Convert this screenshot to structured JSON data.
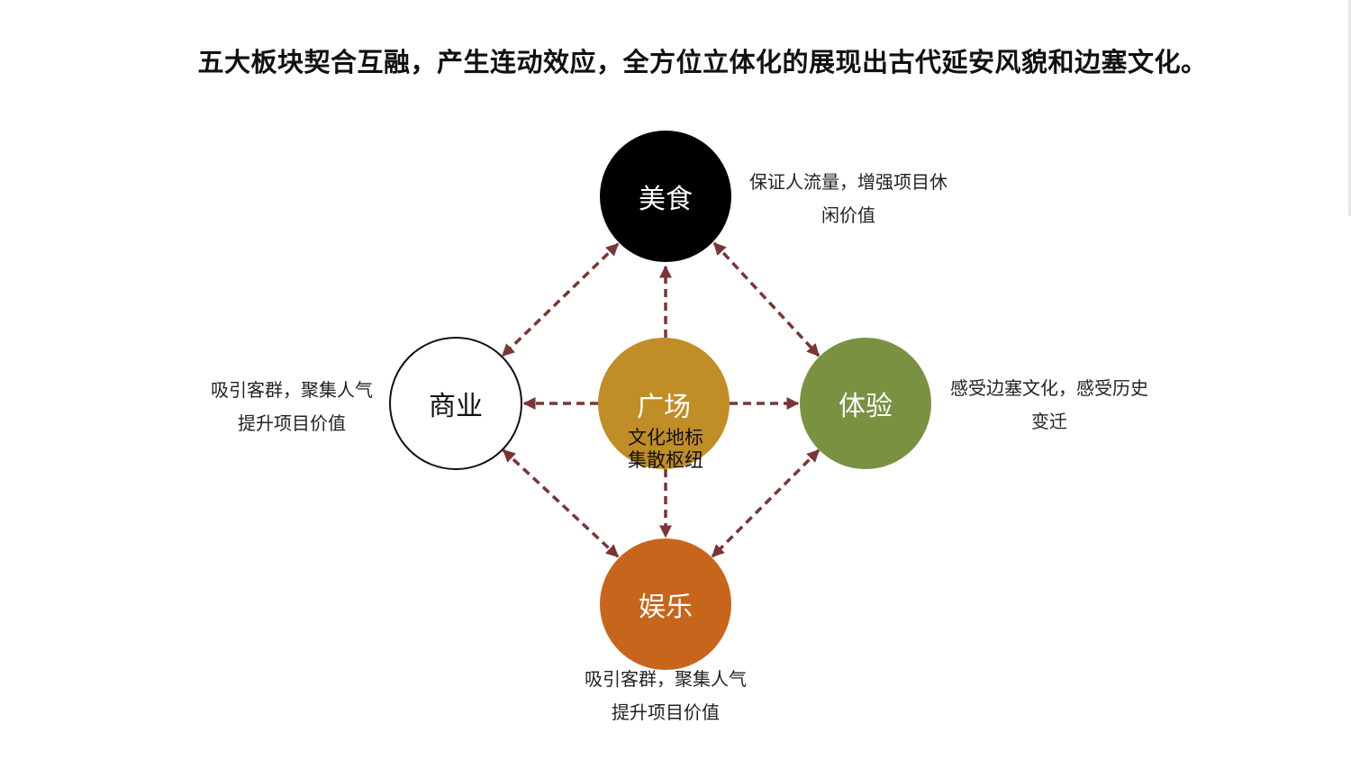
{
  "title": "五大板块契合互融，产生连动效应，全方位立体化的展现出古代延安风貌和边塞文化。",
  "nodes": {
    "food": {
      "label": "美食",
      "color": "#000000"
    },
    "commerce": {
      "label": "商业",
      "color": "#ffffff"
    },
    "plaza": {
      "label": "广场",
      "sub_line1": "文化地标",
      "sub_line2": "集散枢纽",
      "color": "#c08d26"
    },
    "experience": {
      "label": "体验",
      "color": "#7a9142"
    },
    "entertainment": {
      "label": "娱乐",
      "color": "#c8651c"
    }
  },
  "descriptions": {
    "food": {
      "line1": "保证人流量，增强项目休",
      "line2": "闲价值"
    },
    "commerce": {
      "line1": "吸引客群，聚集人气",
      "line2": "提升项目价值"
    },
    "experience": {
      "line1": "感受边塞文化，感受历史",
      "line2": "变迁"
    },
    "entertainment": {
      "line1": "吸引客群，聚集人气",
      "line2": "提升项目价值"
    }
  },
  "connector_color": "#7b3535"
}
